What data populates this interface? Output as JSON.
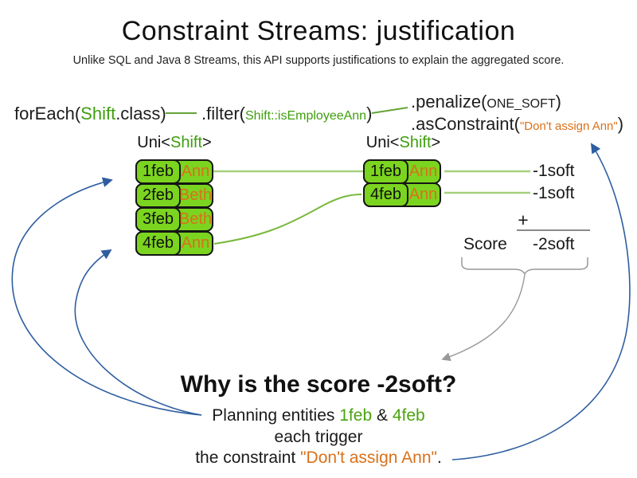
{
  "colors": {
    "green_box": "#7bd41f",
    "green_text": "#3f9e0e",
    "green_entity": "#4aa40e",
    "orange_text": "#d9711a",
    "blue_arrow": "#2f5e9f",
    "gray_line": "#999999",
    "line_light_green": "#a6cf7c",
    "line_mid_green": "#79b93c",
    "line_code_green": "#63a437",
    "sum_line": "#8a8a8a"
  },
  "title": "Constraint Streams: justification",
  "subtitle": "Unlike SQL and Java 8 Streams, this API supports justifications to explain the aggregated score.",
  "code": {
    "foreach_prefix": "forEach(",
    "foreach_class": "Shift",
    "foreach_suffix": ".class)",
    "filter_prefix": ".filter(",
    "filter_arg": "Shift::isEmployeeAnn",
    "filter_suffix": ")",
    "penalize_prefix": ".penalize(",
    "penalize_arg": "ONE_SOFT",
    "penalize_suffix": ")",
    "asconstraint_prefix": ".asConstraint(",
    "asconstraint_arg": "\"Don't assign Ann\"",
    "asconstraint_suffix": ")"
  },
  "left_stream": {
    "label_prefix": "Uni<",
    "label_type": "Shift",
    "label_suffix": ">",
    "rows": [
      {
        "date": "1feb",
        "name": "Ann"
      },
      {
        "date": "2feb",
        "name": "Beth"
      },
      {
        "date": "3feb",
        "name": "Beth"
      },
      {
        "date": "4feb",
        "name": "Ann"
      }
    ]
  },
  "right_stream": {
    "label_prefix": "Uni<",
    "label_type": "Shift",
    "label_suffix": ">",
    "rows": [
      {
        "date": "1feb",
        "name": "Ann"
      },
      {
        "date": "4feb",
        "name": "Ann"
      }
    ]
  },
  "score_panel": {
    "penalties": [
      "-1soft",
      "-1soft"
    ],
    "plus": "+",
    "score_label": "Score",
    "total": "-2soft"
  },
  "explanation": {
    "heading": "Why is the score -2soft?",
    "line1_prefix": "Planning entities ",
    "entity1": "1feb",
    "amp": " & ",
    "entity2": "4feb",
    "line2": "each trigger",
    "line3_prefix": "the constraint ",
    "constraint": "\"Don't assign Ann\"",
    "line3_suffix": "."
  }
}
